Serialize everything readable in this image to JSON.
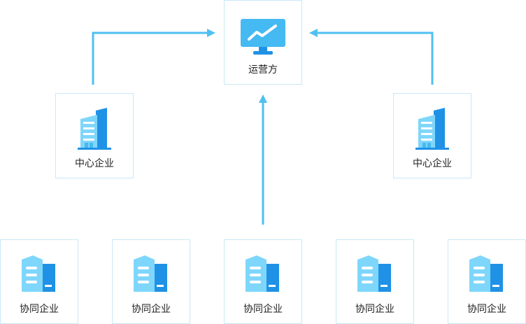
{
  "operator": {
    "label": "运营方",
    "icon": "monitor-chart-icon"
  },
  "center_enterprises": [
    {
      "label": "中心企业",
      "icon": "office-building-icon"
    },
    {
      "label": "中心企业",
      "icon": "office-building-icon"
    }
  ],
  "collab_enterprises": [
    {
      "label": "协同企业",
      "icon": "factory-building-icon"
    },
    {
      "label": "协同企业",
      "icon": "factory-building-icon"
    },
    {
      "label": "协同企业",
      "icon": "factory-building-icon"
    },
    {
      "label": "协同企业",
      "icon": "factory-building-icon"
    },
    {
      "label": "协同企业",
      "icon": "factory-building-icon"
    }
  ],
  "colors": {
    "arrow": "#4fc0f0",
    "box_border": "#c9e8f7",
    "icon_light": "#7fd6fb",
    "icon_mid": "#45b9f2",
    "icon_dark": "#1f92e6"
  }
}
